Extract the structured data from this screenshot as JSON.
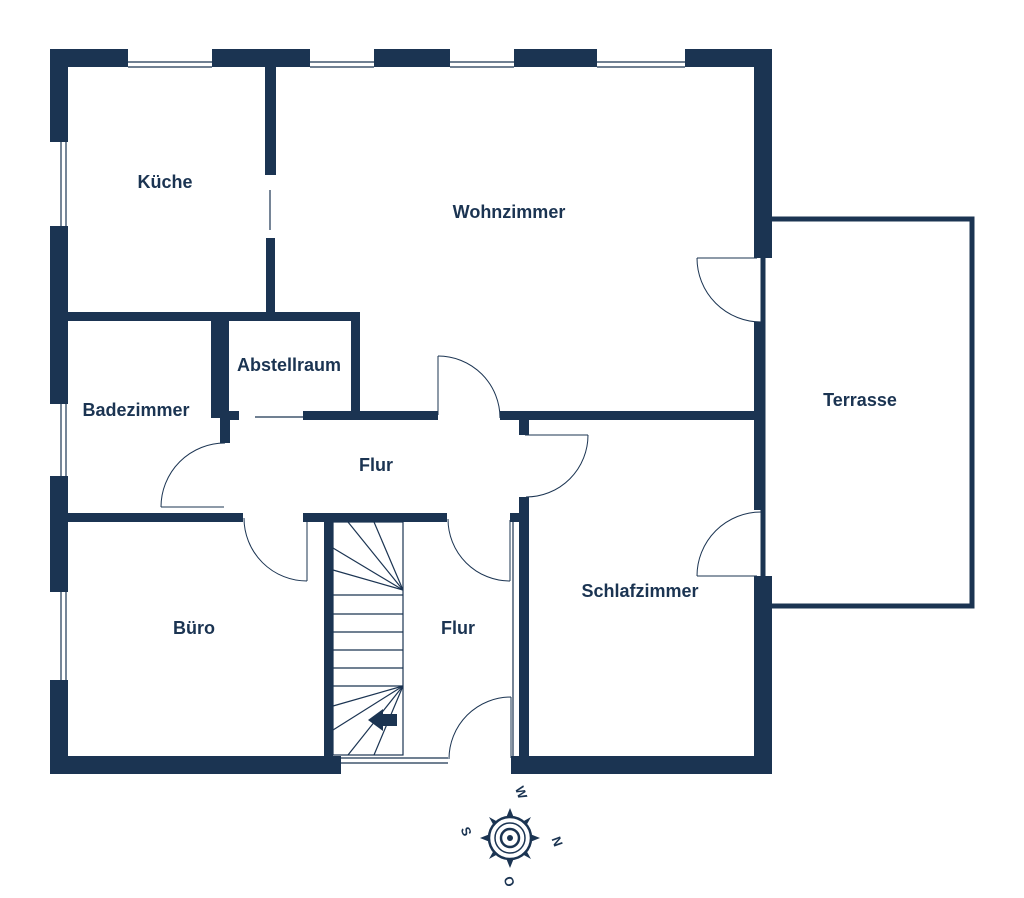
{
  "colors": {
    "wall": "#1b3452",
    "label": "#1b3452",
    "background": "#ffffff"
  },
  "rooms": {
    "kueche": "Küche",
    "wohnzimmer": "Wohnzimmer",
    "abstellraum": "Abstellraum",
    "badezimmer": "Badezimmer",
    "flur_upper": "Flur",
    "flur_lower": "Flur",
    "terrasse": "Terrasse",
    "schlafzimmer": "Schlafzimmer",
    "buero": "Büro"
  },
  "compass": {
    "west": "W",
    "north": "N",
    "south": "S",
    "east": "O"
  },
  "icons": {
    "compass": "compass-rose-icon",
    "stair_arrow": "stair-direction-arrow-icon"
  }
}
